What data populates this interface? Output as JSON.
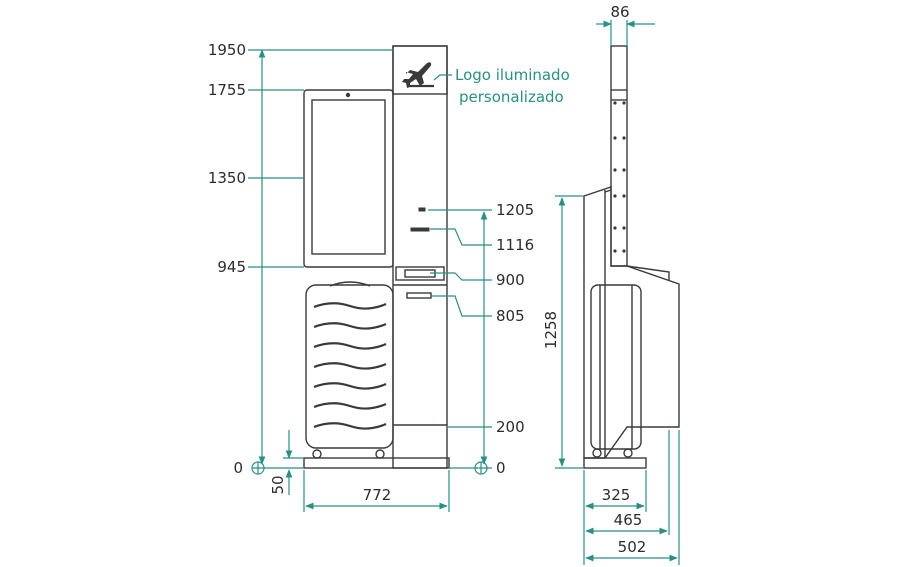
{
  "annotation": {
    "line1": "Logo iluminado",
    "line2": "personalizado"
  },
  "front_heights": {
    "h1950": "1950",
    "h1755": "1755",
    "h1350": "1350",
    "h945": "945",
    "h0": "0"
  },
  "front_right_heights": {
    "h1205": "1205",
    "h1116": "1116",
    "h900": "900",
    "h805": "805",
    "h200": "200",
    "h0": "0"
  },
  "front_bottom": {
    "base": "50",
    "width": "772"
  },
  "side": {
    "top_depth": "86",
    "height": "1258",
    "d325": "325",
    "d465": "465",
    "d502": "502"
  },
  "colors": {
    "dimension": "#2a8f84",
    "outline": "#3a3a3a",
    "text": "#2c2c2c"
  },
  "icons": {
    "logo": "airplane-icon"
  }
}
